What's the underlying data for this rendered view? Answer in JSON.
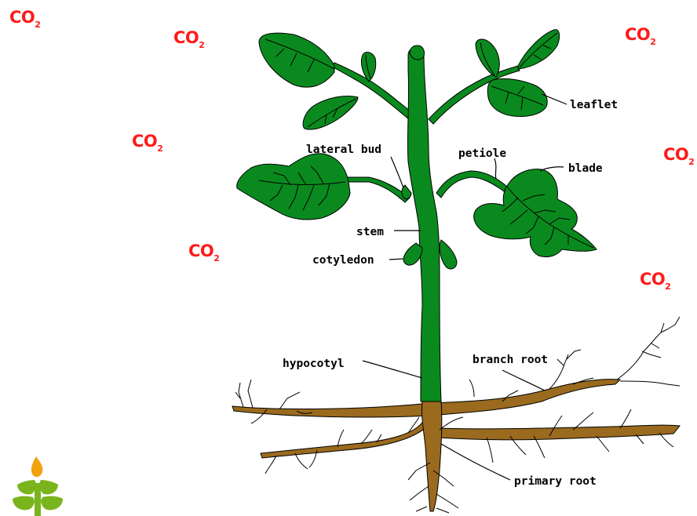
{
  "diagram": {
    "co2_labels": [
      {
        "main": "CO",
        "sub": "2"
      },
      {
        "main": "CO",
        "sub": "2"
      },
      {
        "main": "CO",
        "sub": "2"
      },
      {
        "main": "CO",
        "sub": "2"
      },
      {
        "main": "CO",
        "sub": "2"
      },
      {
        "main": "CO",
        "sub": "2"
      },
      {
        "main": "CO",
        "sub": "2"
      }
    ],
    "labels": {
      "leaflet": "leaflet",
      "lateral_bud": "lateral bud",
      "petiole": "petiole",
      "blade": "blade",
      "stem": "stem",
      "cotyledon": "cotyledon",
      "hypocotyl": "hypocotyl",
      "branch_root": "branch root",
      "primary_root": "primary root"
    },
    "colors": {
      "co2": "#ff1a1a",
      "leaf": "#0a8a1e",
      "stem": "#0a8a1e",
      "root": "#9a6a1e",
      "label": "#000000"
    },
    "logo": "sprout-logo-icon"
  }
}
